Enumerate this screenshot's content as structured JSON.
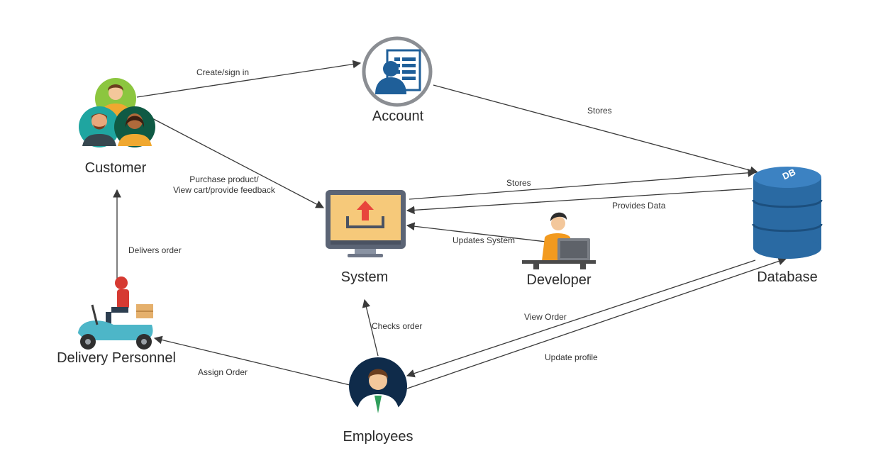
{
  "nodes": {
    "account": {
      "label": "Account",
      "icon": "account-form-icon"
    },
    "customer": {
      "label": "Customer",
      "icon": "customer-group-icon"
    },
    "system": {
      "label": "System",
      "icon": "monitor-upload-icon"
    },
    "database": {
      "label": "Database",
      "icon": "database-cylinder-icon",
      "badge": "DB"
    },
    "developer": {
      "label": "Developer",
      "icon": "developer-at-desk-icon"
    },
    "delivery": {
      "label": "Delivery Personnel",
      "icon": "delivery-scooter-icon"
    },
    "employees": {
      "label": "Employees",
      "icon": "employee-avatar-icon"
    }
  },
  "edges": {
    "create_sign_in": "Create/sign in",
    "account_stores": "Stores",
    "purchase_line1": "Purchase product/",
    "purchase_line2": "View cart/provide feedback",
    "system_stores": "Stores",
    "provides_data": "Provides Data",
    "updates_system": "Updates System",
    "delivers_order": "Delivers order",
    "checks_order": "Checks order",
    "view_order": "View Order",
    "update_profile": "Update profile",
    "assign_order": "Assign Order"
  },
  "colors": {
    "line": "#3a3a3a",
    "accent_blue": "#1f5f99",
    "db_blue": "#2a6aa3",
    "monitor_frame": "#5b6475",
    "screen_bg": "#f6c97a",
    "upload_red": "#e8453c",
    "developer_orange": "#f29a1f"
  }
}
